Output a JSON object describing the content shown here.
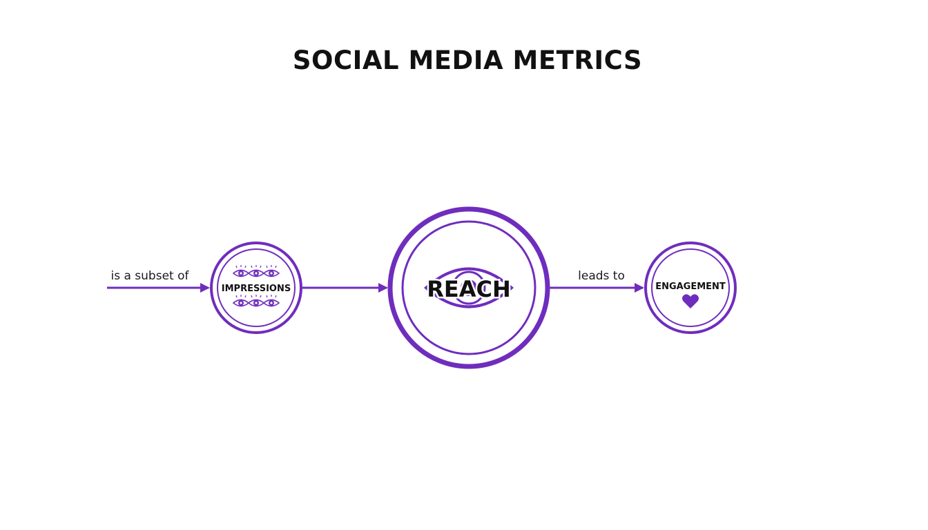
{
  "title": "SOCIAL MEDIA METRICS",
  "colors": {
    "accent": "#6f2dbd",
    "text": "#111111",
    "background": "#ffffff"
  },
  "nodes": {
    "impressions": {
      "label": "IMPRESSIONS",
      "icon": "eye-icon"
    },
    "reach": {
      "label": "REACH",
      "icon": "eye-icon"
    },
    "engagement": {
      "label": "ENGAGEMENT",
      "icon": "heart-icon"
    }
  },
  "edges": {
    "incoming": {
      "label": "is a subset of"
    },
    "impressions_to_reach": {
      "label": ""
    },
    "reach_to_engagement": {
      "label": "leads to"
    }
  }
}
